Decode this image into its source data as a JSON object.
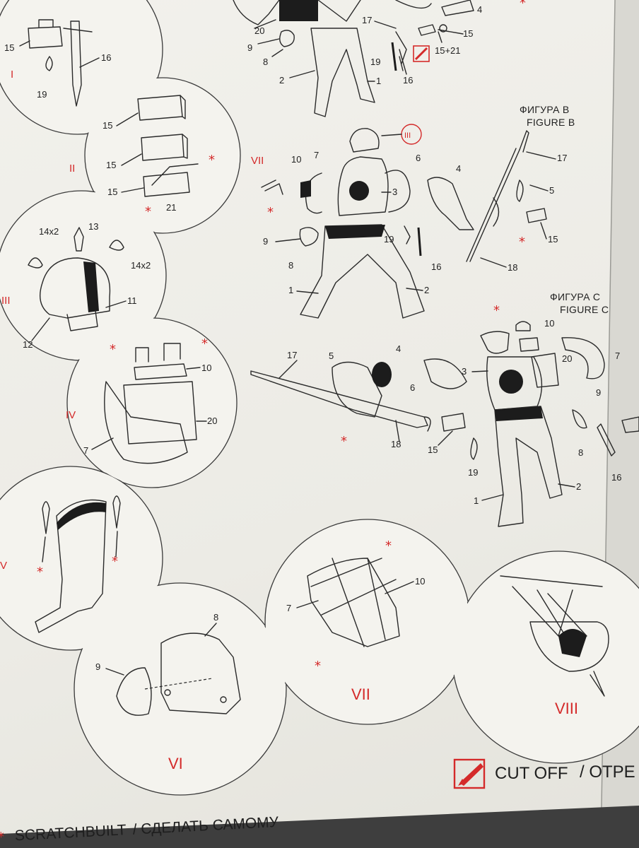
{
  "figures": {
    "b": {
      "title_ru": "ФИГУРА B",
      "title_en": "FIGURE B"
    },
    "c": {
      "title_ru": "ФИГУРА C",
      "title_en": "FIGURE C"
    }
  },
  "top_figure_labels": {
    "l20": "20",
    "l9": "9",
    "l8": "8",
    "l2": "2",
    "l1": "1",
    "l17": "17",
    "l19": "19",
    "l16": "16",
    "l15": "15",
    "l15_21": "15+21",
    "l4": "4"
  },
  "bubbles": {
    "I": {
      "roman": "I",
      "l15": "15",
      "l16": "16",
      "l19": "19"
    },
    "II": {
      "roman": "II",
      "l15a": "15",
      "l15b": "15",
      "l15c": "15",
      "l21": "21"
    },
    "III": {
      "roman": "III",
      "l14x2a": "14x2",
      "l13": "13",
      "l14x2b": "14x2",
      "l11": "11",
      "l12": "12"
    },
    "IV": {
      "roman": "IV",
      "l10": "10",
      "l20": "20",
      "l7": "7"
    },
    "V": {
      "roman": "V"
    },
    "VI": {
      "roman": "VI",
      "l9": "9",
      "l8": "8"
    },
    "VII": {
      "roman": "VII",
      "l7": "7",
      "l10": "10"
    },
    "VIII": {
      "roman": "VIII"
    }
  },
  "figure_b_labels": {
    "circle_III": "III",
    "vii": "VII",
    "l10": "10",
    "l7": "7",
    "l6": "6",
    "l4": "4",
    "l17": "17",
    "l3": "3",
    "l5": "5",
    "l15": "15",
    "l9": "9",
    "l19": "19",
    "l8": "8",
    "l16": "16",
    "l18": "18",
    "l1": "1",
    "l2": "2"
  },
  "figure_c_labels": {
    "l10": "10",
    "l17": "17",
    "l5": "5",
    "l4": "4",
    "l3": "3",
    "l20": "20",
    "l7": "7",
    "l6": "6",
    "l9": "9",
    "l18": "18",
    "l15": "15",
    "l8": "8",
    "l19": "19",
    "l16": "16",
    "l1": "1",
    "l2": "2"
  },
  "legend": {
    "cut_off": "CUT OFF",
    "cut_off_ru": "/ ОТРЕ",
    "scratchbuilt": "SCRATCHBUILT",
    "scratchbuilt_ru": "/ СДЕЛАТЬ САМОМУ",
    "asterisk": "*"
  },
  "colors": {
    "accent_red": "#d42a2a",
    "ink": "#2a2a2a",
    "paper": "#f2f1ec"
  }
}
